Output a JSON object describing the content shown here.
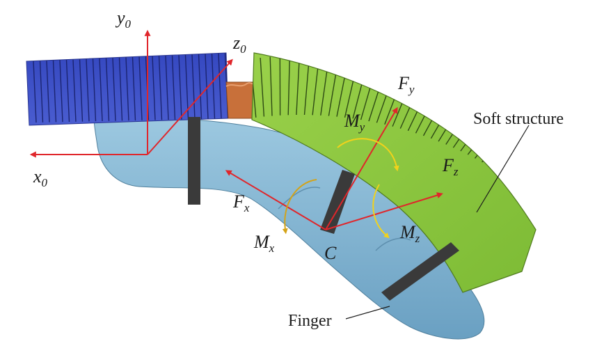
{
  "labels": {
    "y0": {
      "base": "y",
      "sub": "0"
    },
    "z0": {
      "base": "z",
      "sub": "0"
    },
    "x0": {
      "base": "x",
      "sub": "0"
    },
    "Fy": {
      "base": "F",
      "sub": "y"
    },
    "Fz": {
      "base": "F",
      "sub": "z"
    },
    "Fx": {
      "base": "F",
      "sub": "x"
    },
    "My": {
      "base": "M",
      "sub": "y"
    },
    "Mx": {
      "base": "M",
      "sub": "x"
    },
    "Mz": {
      "base": "M",
      "sub": "z"
    },
    "C": "C",
    "soft_structure": "Soft structure",
    "finger": "Finger"
  },
  "colors": {
    "blue_segment": "#3d4fc4",
    "green_segment": "#8cc63f",
    "connector": "#c8703a",
    "finger": "#7fb3d1",
    "strap": "#3a3a3a",
    "axis_arrow": "#e0262b",
    "moment_arrow": "#f2d21b",
    "moment_arrow_alt": "#d4a317"
  }
}
